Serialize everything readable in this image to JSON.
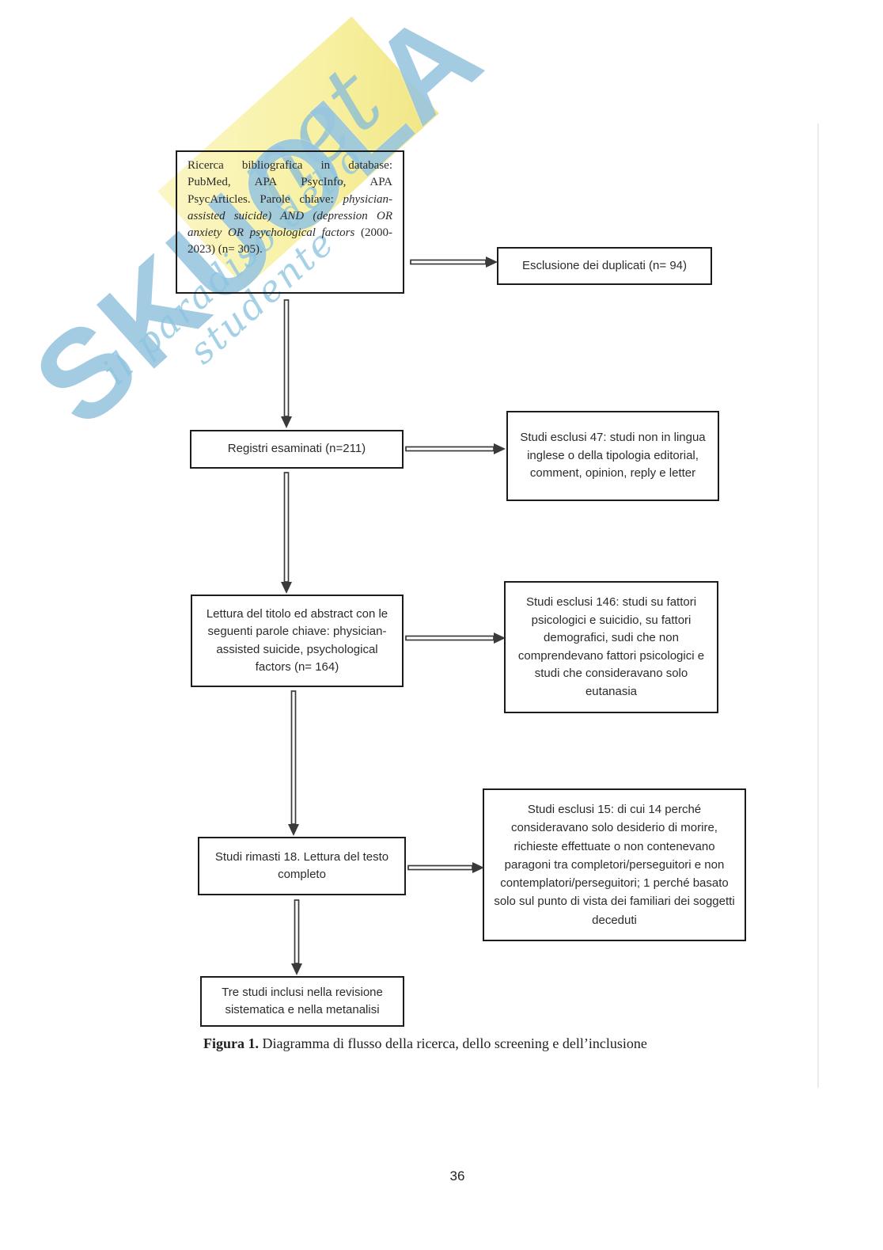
{
  "watermark": {
    "brand": "SKUOLA",
    "brand_suffix": "net",
    "tagline": "il paradiso dello studente",
    "brand_color": "#80b8d8",
    "accent_color": "#f8f1a4"
  },
  "flowchart": {
    "box_search": {
      "part1": "Ricerca bibliografica in database: PubMed, APA PsycInfo, APA PsycArticles. Parole chiave: ",
      "part2_italic": "physician-assisted suicide) AND (depression OR anxiety OR psychological factors ",
      "part3": "(2000-2023) (n= 305)."
    },
    "box_duplicates": "Esclusione dei duplicati (n= 94)",
    "box_registers": "Registri esaminati (n=211)",
    "box_excluded47": "Studi esclusi 47: studi non in lingua inglese o della tipologia editorial, comment, opinion, reply e letter",
    "box_title_abstract": "Lettura del titolo ed abstract con le seguenti parole chiave: physician-assisted suicide, psychological factors (n= 164)",
    "box_excluded146": "Studi esclusi 146: studi su fattori psicologici e suicidio, su fattori demografici, sudi che non comprendevano fattori psicologici e studi che consideravano solo eutanasia",
    "box_fulltext": "Studi rimasti 18. Lettura del testo completo",
    "box_excluded15": "Studi esclusi 15: di cui 14 perché consideravano solo desiderio di morire, richieste effettuate o non contenevano paragoni tra completori/perseguitori e non contemplatori/perseguitori; 1 perché basato solo sul punto di vista dei familiari dei soggetti deceduti",
    "box_included": "Tre studi inclusi nella revisione sistematica e nella metanalisi"
  },
  "figure": {
    "caption_label": "Figura 1.",
    "caption_text": " Diagramma di flusso della ricerca, dello screening e dell’inclusione"
  },
  "page": {
    "number": "36"
  }
}
